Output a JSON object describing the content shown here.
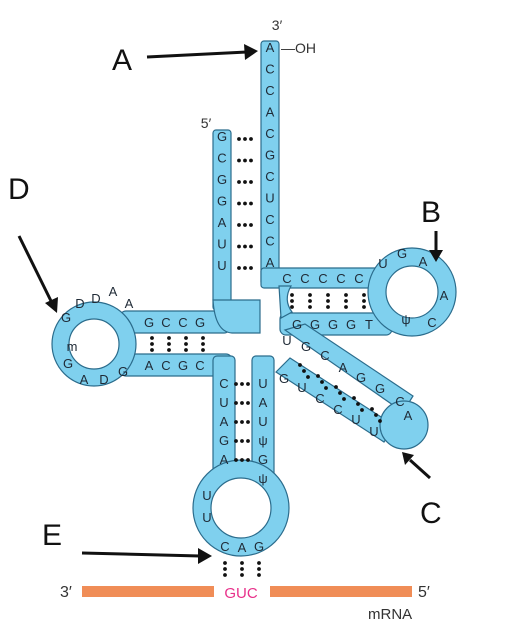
{
  "labels": {
    "a": "A",
    "b": "B",
    "c": "C",
    "d": "D",
    "e": "E"
  },
  "ends": {
    "three_prime_top": "3′",
    "five_prime_top": "5′",
    "oh": "—OH",
    "mrna_three_prime": "3′",
    "mrna_five_prime": "5′",
    "mrna_label": "mRNA"
  },
  "anticodon": "GUC",
  "acceptor_three_strand": [
    "A",
    "C",
    "C",
    "A",
    "C",
    "G",
    "C",
    "U",
    "C",
    "C",
    "A"
  ],
  "acceptor_five_strand": [
    "G",
    "C",
    "G",
    "G",
    "A",
    "U",
    "U"
  ],
  "d_arm": {
    "top_strand": [
      "G",
      "C",
      "C",
      "G"
    ],
    "bottom_strand": [
      "A",
      "C",
      "G",
      "C"
    ],
    "loop": [
      "A",
      "A",
      "D",
      "D",
      "G",
      "m",
      "G",
      "A",
      "D",
      "G"
    ]
  },
  "t_arm": {
    "top_strand": [
      "C",
      "C",
      "C",
      "C",
      "C"
    ],
    "bottom_strand": [
      "G",
      "G",
      "G",
      "G",
      "T"
    ],
    "loop": [
      "U",
      "G",
      "A",
      "A",
      "C",
      "ψ"
    ]
  },
  "anticodon_arm": {
    "left_strand": [
      "C",
      "U",
      "A",
      "G",
      "A"
    ],
    "right_strand": [
      "U",
      "A",
      "U",
      "ψ",
      "G",
      "ψ"
    ],
    "loop": [
      "U",
      "U",
      "C",
      "A",
      "G"
    ]
  },
  "variable_arm": {
    "top": [
      "U",
      "G",
      "C",
      "A",
      "G",
      "G",
      "C"
    ],
    "bottom": [
      "G",
      "U",
      "C",
      "C",
      "U",
      "U",
      "A"
    ]
  },
  "colors": {
    "ribbon": "#7fd0ee",
    "outline": "#2b6c8c",
    "anticodon": "#e8308a",
    "mrna": "#f08d57"
  }
}
